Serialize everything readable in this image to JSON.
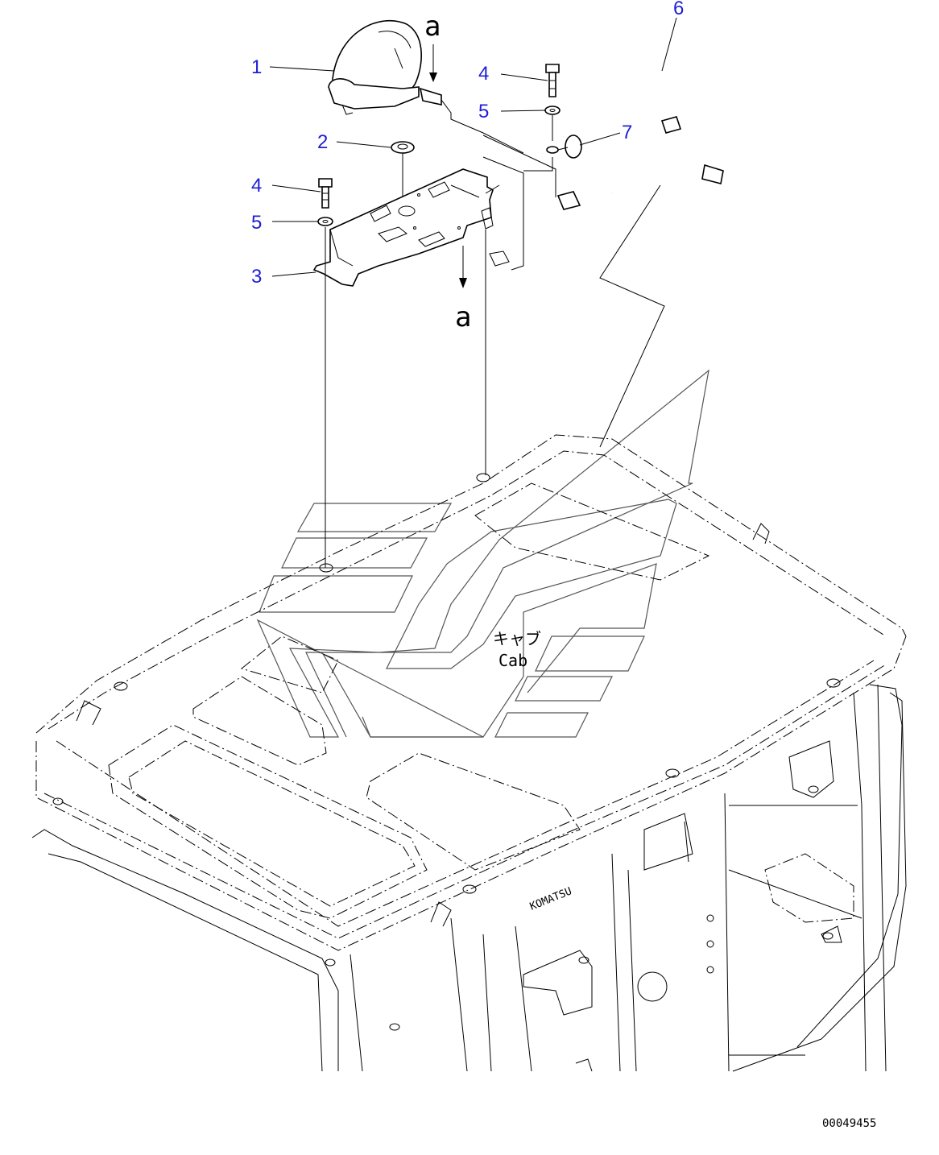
{
  "callouts": [
    {
      "id": "1",
      "label": "1"
    },
    {
      "id": "2",
      "label": "2"
    },
    {
      "id": "3",
      "label": "3"
    },
    {
      "id": "4a",
      "label": "4"
    },
    {
      "id": "5a",
      "label": "5"
    },
    {
      "id": "4b",
      "label": "4"
    },
    {
      "id": "5b",
      "label": "5"
    },
    {
      "id": "6",
      "label": "6"
    },
    {
      "id": "7",
      "label": "7"
    }
  ],
  "view_marker": "a",
  "cab_label_jp": "キャブ",
  "cab_label_en": "Cab",
  "brand_text": "KOMATSU",
  "drawing_number": "00049455",
  "colors": {
    "callout": "#1f1fd6",
    "line": "#000000",
    "watermark": "#555555"
  }
}
